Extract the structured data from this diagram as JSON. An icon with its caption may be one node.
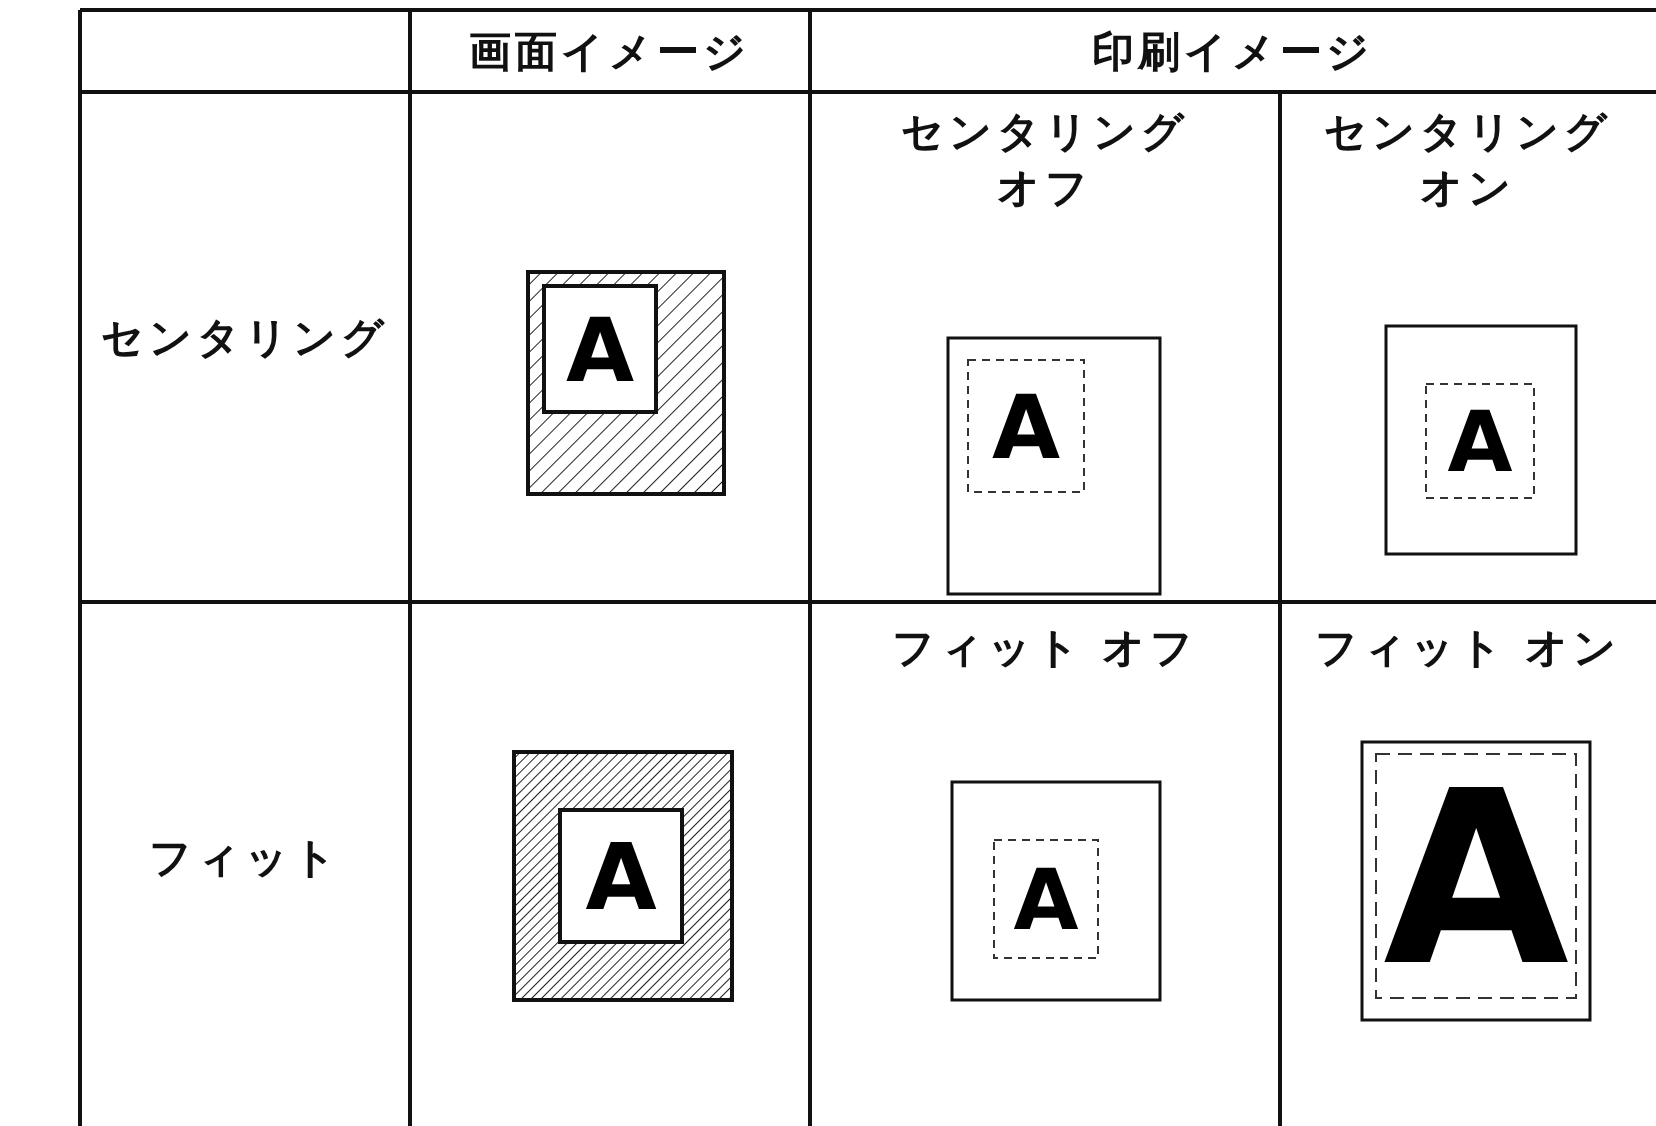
{
  "diagram": {
    "labels": [
      "画面イメージ",
      "印刷イメージ",
      "センタリング",
      "A",
      "センタリングオフ",
      "A",
      "センタリングオン",
      "A",
      "フィット",
      "A",
      "フィット オフ",
      "A",
      "フィット オン",
      "A"
    ]
  }
}
